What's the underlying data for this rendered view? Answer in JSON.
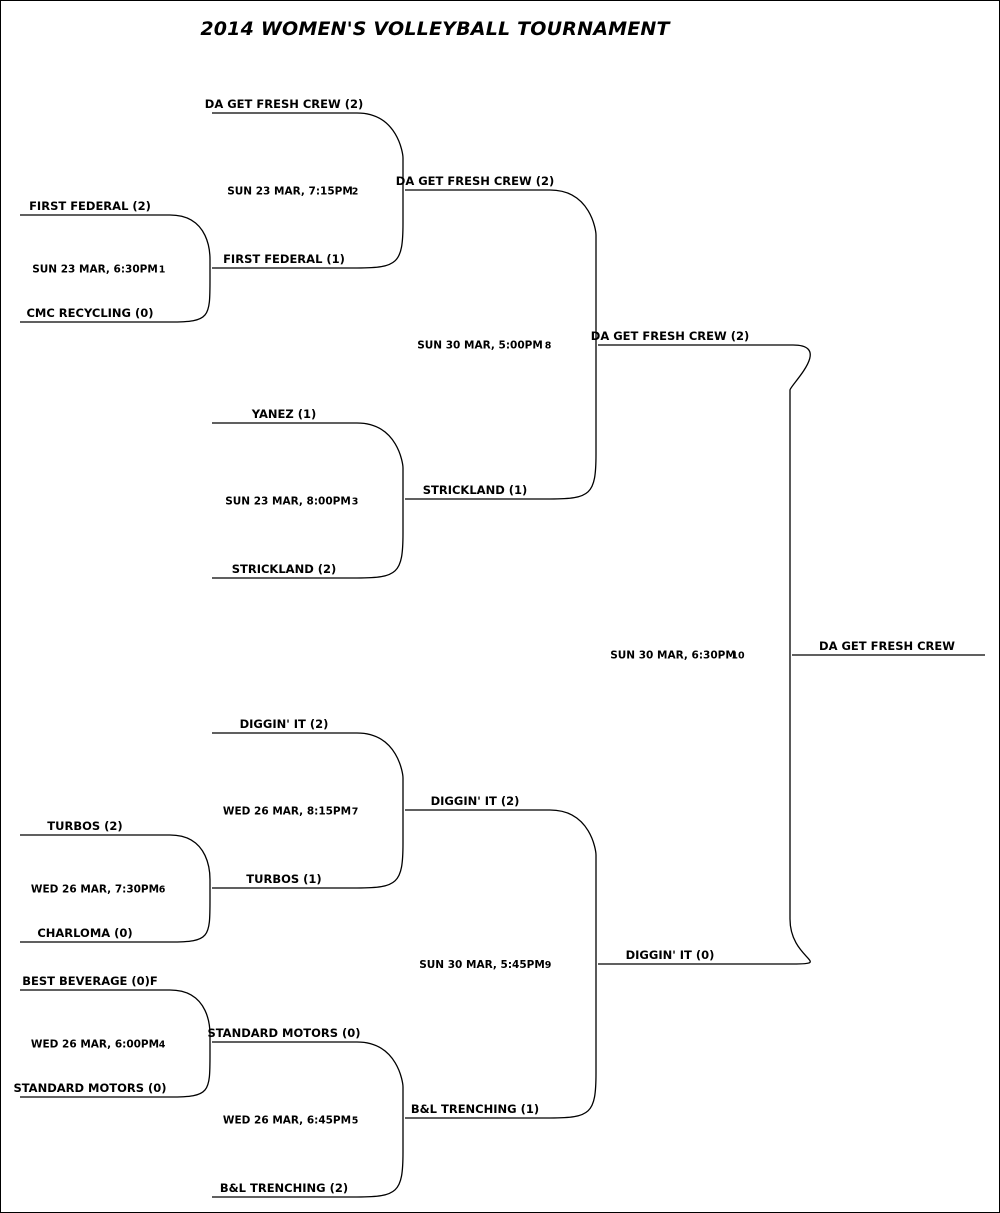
{
  "title": "2014 WOMEN'S VOLLEYBALL TOURNAMENT",
  "matches": [
    {
      "id": "1",
      "time": "SUN 23 MAR, 6:30PM",
      "top": "FIRST FEDERAL (2)",
      "bottom": "CMC RECYCLING (0)"
    },
    {
      "id": "2",
      "time": "SUN 23 MAR, 7:15PM",
      "top": "DA GET FRESH CREW (2)",
      "bottom": "FIRST FEDERAL (1)"
    },
    {
      "id": "3",
      "time": "SUN 23 MAR, 8:00PM",
      "top": "YANEZ (1)",
      "bottom": "STRICKLAND (2)"
    },
    {
      "id": "8",
      "time": "SUN 30 MAR, 5:00PM",
      "top": "DA GET FRESH CREW (2)",
      "bottom": "STRICKLAND (1)"
    },
    {
      "id": "10",
      "time": "SUN 30 MAR, 6:30PM",
      "top": "DA GET FRESH CREW (2)",
      "bottom": "DIGGIN' IT (0)"
    },
    {
      "id": "7",
      "time": "WED 26 MAR, 8:15PM",
      "top": "DIGGIN' IT (2)",
      "bottom": "TURBOS (1)"
    },
    {
      "id": "6",
      "time": "WED 26 MAR, 7:30PM",
      "top": "TURBOS (2)",
      "bottom": "CHARLOMA (0)"
    },
    {
      "id": "4",
      "time": "WED 26 MAR, 6:00PM",
      "top": "BEST BEVERAGE (0)F",
      "bottom": "STANDARD MOTORS (0)"
    },
    {
      "id": "5",
      "time": "WED 26 MAR, 6:45PM",
      "top": "STANDARD MOTORS (0)",
      "bottom": "B&L TRENCHING (2)"
    },
    {
      "id": "9",
      "time": "SUN 30 MAR, 5:45PM",
      "top": "DIGGIN' IT (2)",
      "bottom": "B&L TRENCHING (1)"
    }
  ],
  "champion": "DA GET FRESH CREW"
}
